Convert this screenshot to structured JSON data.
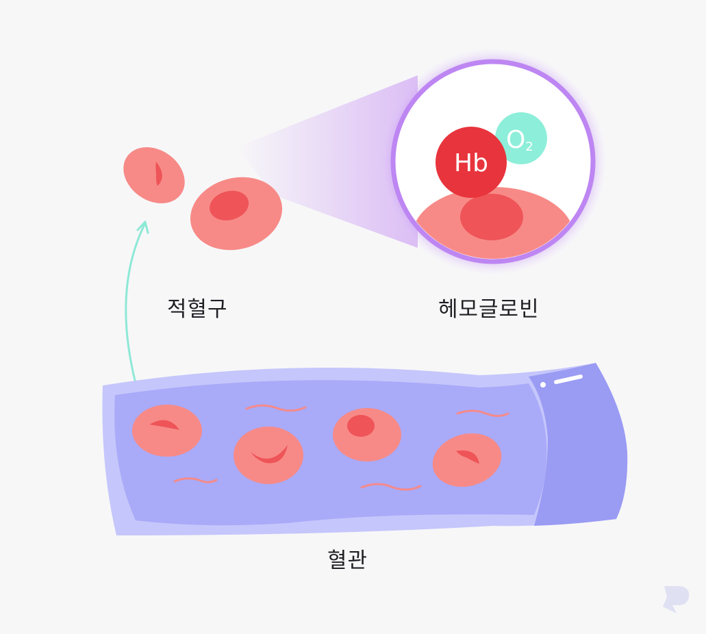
{
  "labels": {
    "red_blood_cell": "적혈구",
    "hemoglobin": "헤모글로빈",
    "blood_vessel": "혈관"
  },
  "molecule": {
    "hb_text": "Hb",
    "o2_letter": "O",
    "o2_subscript": "2"
  },
  "colors": {
    "background": "#f7f7f8",
    "cell": "#f78a87",
    "cell_center": "#ee5458",
    "hemoglobin": "#e8343c",
    "oxygen": "#8deed9",
    "vessel_fill": "#a9aaf8",
    "vessel_rim": "#c5c6fb",
    "vessel_end": "#9a9bf3",
    "glow": "#c58ff2",
    "arrow": "#8ee8d6"
  },
  "icons": {
    "watermark": "brand-logo-icon"
  }
}
